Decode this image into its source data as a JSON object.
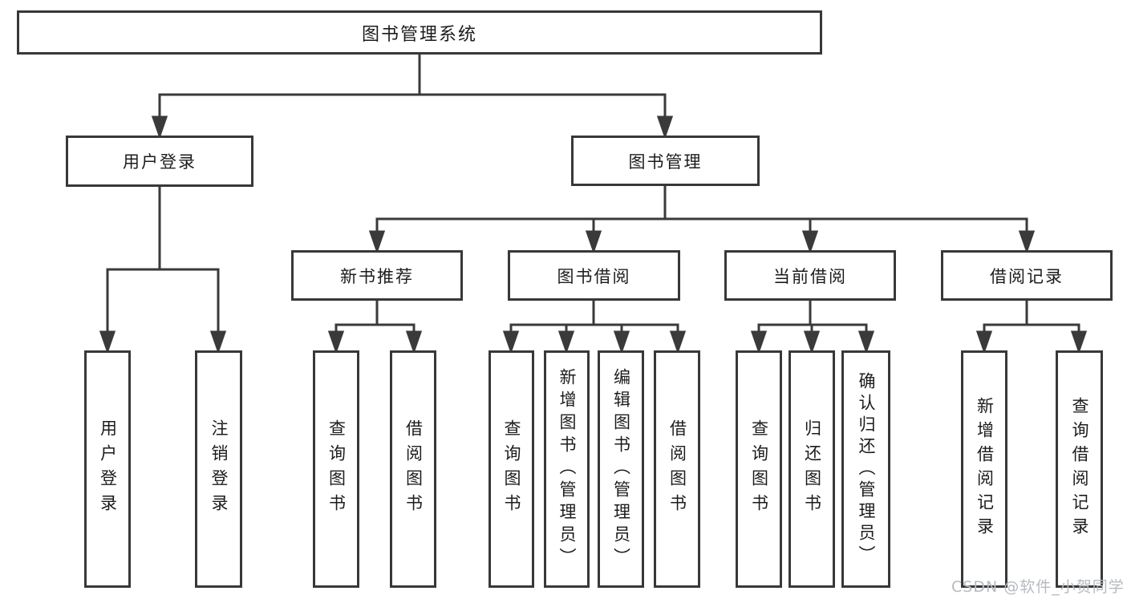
{
  "diagram": {
    "title": "图书管理系统",
    "root": {
      "label": "图书管理系统"
    },
    "level2": {
      "user_login": {
        "label": "用户登录"
      },
      "book_management": {
        "label": "图书管理"
      }
    },
    "level3": {
      "new_book_recommend": {
        "label": "新书推荐"
      },
      "book_borrow": {
        "label": "图书借阅"
      },
      "current_borrow": {
        "label": "当前借阅"
      },
      "borrow_records": {
        "label": "借阅记录"
      }
    },
    "leaves": {
      "user_login_action": {
        "label": "用户登录"
      },
      "logout_action": {
        "label": "注销登录"
      },
      "recommend_query_books": {
        "label": "查询图书"
      },
      "recommend_borrow_books": {
        "label": "借阅图书"
      },
      "borrow_query_books": {
        "label": "查询图书"
      },
      "borrow_add_books_admin": {
        "label": "新增图书（管理员）"
      },
      "borrow_edit_books_admin": {
        "label": "编辑图书（管理员）"
      },
      "borrow_borrow_books": {
        "label": "借阅图书"
      },
      "current_query_books": {
        "label": "查询图书"
      },
      "current_return_books": {
        "label": "归还图书"
      },
      "current_confirm_return_admin": {
        "label": "确认归还（管理员）"
      },
      "records_add_record": {
        "label": "新增借阅记录"
      },
      "records_query_record": {
        "label": "查询借阅记录"
      }
    },
    "watermark": "CSDN @软件_小贺同学",
    "colors": {
      "line": "#3a3a3a",
      "box_border": "#383838",
      "background": "#ffffff",
      "text": "#1c1c1c",
      "watermark": "#b6bac1"
    }
  }
}
